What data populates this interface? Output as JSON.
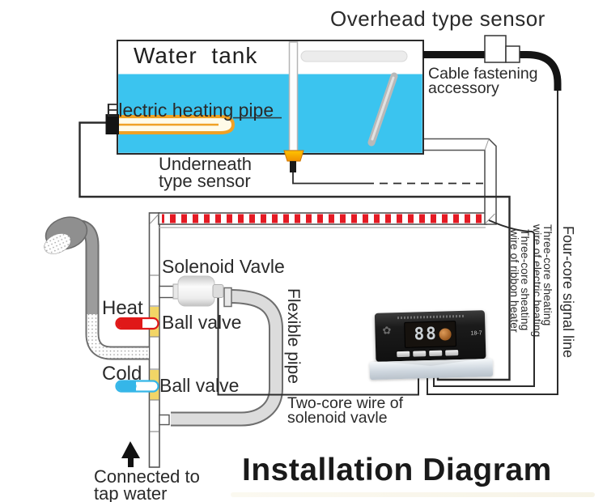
{
  "title": "Installation Diagram",
  "labels": {
    "overhead_sensor": "Overhead type sensor",
    "water_tank": "Water tank",
    "cable_fastening_line1": "Cable fastening",
    "cable_fastening_line2": "accessory",
    "electric_heating_pipe": "Electric heating pipe",
    "underneath_sensor_line1": "Underneath",
    "underneath_sensor_line2": "type sensor",
    "solenoid_valve": "Solenoid Vavle",
    "heat": "Heat",
    "cold": "Cold",
    "ball_valve_top": "Ball valve",
    "ball_valve_bottom": "Ball valve",
    "flexible_pipe": "Flexible pipe",
    "two_core_line1": "Two-core wire of",
    "two_core_line2": "solenoid vavle",
    "ribbon_wire_line1": "Three-core sheating",
    "ribbon_wire_line2": "wire of ribbon heater",
    "electric_wire_line1": "Three-core sheating",
    "electric_wire_line2": "wire of electric heating",
    "four_core_wire": "Four-core signal line",
    "connected_line1": "Connected to",
    "connected_line2": "tap water"
  },
  "controller": {
    "display_value": "88",
    "model": "18-7"
  },
  "colors": {
    "water_blue": "#3bc4ef",
    "stripe_red": "#e51a24",
    "valve_yellow": "#f2d566",
    "heater_orange": "#f0a125",
    "thermometer_red": "#e01818",
    "thermometer_blue": "#35b6e8",
    "cable_black": "#141414"
  }
}
